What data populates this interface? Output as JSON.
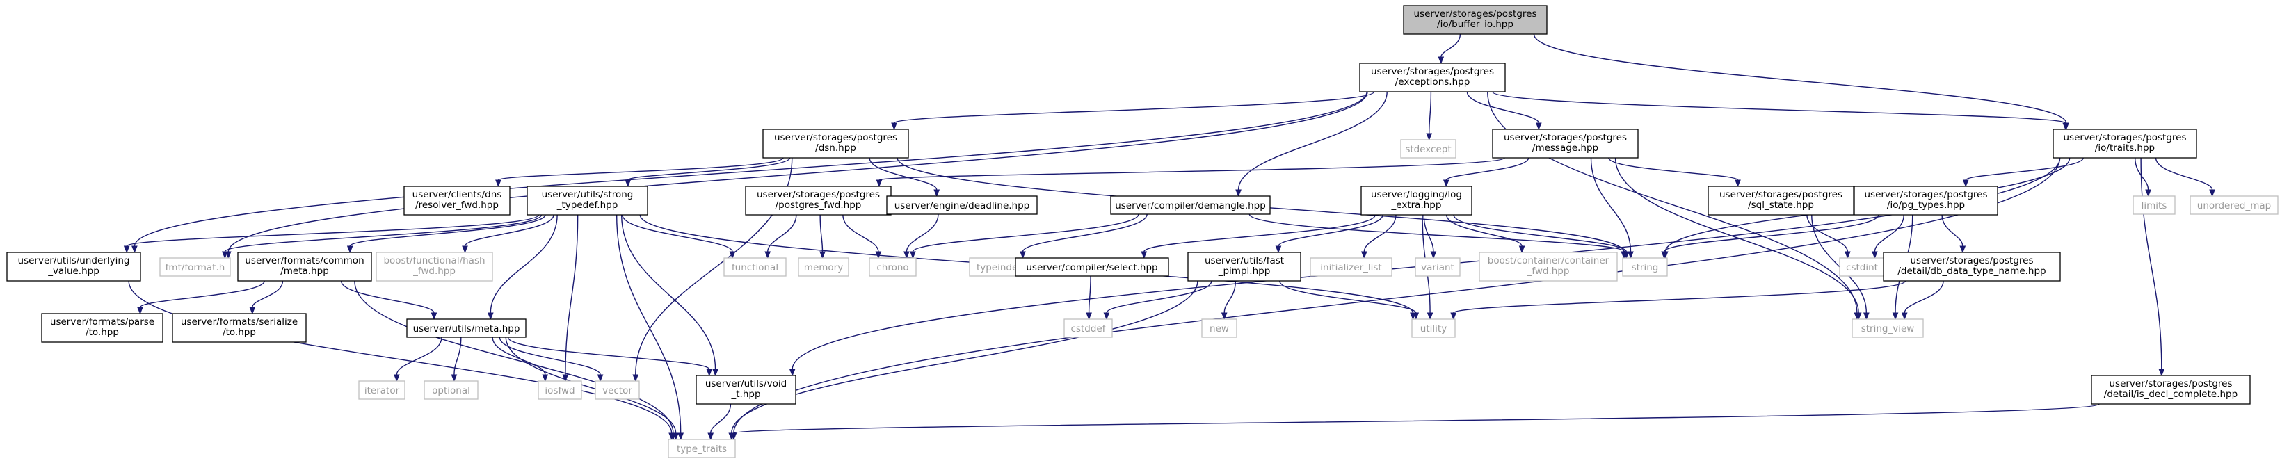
{
  "diagram": {
    "type": "include-dependency-graph",
    "colors": {
      "root_fill": "#bfbfbf",
      "node_border": "#000000",
      "system_border": "#bfbfbf",
      "system_text": "#9a9a9a",
      "edge": "#191970"
    },
    "nodes": [
      {
        "id": "buffer_io",
        "lines": [
          "userver/storages/postgres",
          "/io/buffer_io.hpp"
        ],
        "kind": "root"
      },
      {
        "id": "exceptions",
        "lines": [
          "userver/storages/postgres",
          "/exceptions.hpp"
        ],
        "kind": "project"
      },
      {
        "id": "io_traits",
        "lines": [
          "userver/storages/postgres",
          "/io/traits.hpp"
        ],
        "kind": "project"
      },
      {
        "id": "dsn",
        "lines": [
          "userver/storages/postgres",
          "/dsn.hpp"
        ],
        "kind": "project"
      },
      {
        "id": "stdexcept",
        "lines": [
          "stdexcept"
        ],
        "kind": "system"
      },
      {
        "id": "message",
        "lines": [
          "userver/storages/postgres",
          "/message.hpp"
        ],
        "kind": "project"
      },
      {
        "id": "demangle",
        "lines": [
          "userver/compiler/demangle.hpp"
        ],
        "kind": "project"
      },
      {
        "id": "underlying",
        "lines": [
          "userver/utils/underlying",
          "_value.hpp"
        ],
        "kind": "project"
      },
      {
        "id": "fmt_format",
        "lines": [
          "fmt/format.h"
        ],
        "kind": "system"
      },
      {
        "id": "resolver_fwd",
        "lines": [
          "userver/clients/dns",
          "/resolver_fwd.hpp"
        ],
        "kind": "project"
      },
      {
        "id": "strong_typedef",
        "lines": [
          "userver/utils/strong",
          "_typedef.hpp"
        ],
        "kind": "project"
      },
      {
        "id": "postgres_fwd",
        "lines": [
          "userver/storages/postgres",
          "/postgres_fwd.hpp"
        ],
        "kind": "project"
      },
      {
        "id": "deadline",
        "lines": [
          "userver/engine/deadline.hpp"
        ],
        "kind": "project"
      },
      {
        "id": "log_extra",
        "lines": [
          "userver/logging/log",
          "_extra.hpp"
        ],
        "kind": "project"
      },
      {
        "id": "sql_state",
        "lines": [
          "userver/storages/postgres",
          "/sql_state.hpp"
        ],
        "kind": "project"
      },
      {
        "id": "pg_types",
        "lines": [
          "userver/storages/postgres",
          "/io/pg_types.hpp"
        ],
        "kind": "project"
      },
      {
        "id": "limits",
        "lines": [
          "limits"
        ],
        "kind": "system"
      },
      {
        "id": "unordered_map",
        "lines": [
          "unordered_map"
        ],
        "kind": "system"
      },
      {
        "id": "common_meta",
        "lines": [
          "userver/formats/common",
          "/meta.hpp"
        ],
        "kind": "project"
      },
      {
        "id": "boost_hash",
        "lines": [
          "boost/functional/hash",
          "_fwd.hpp"
        ],
        "kind": "system"
      },
      {
        "id": "functional",
        "lines": [
          "functional"
        ],
        "kind": "system"
      },
      {
        "id": "memory",
        "lines": [
          "memory"
        ],
        "kind": "system"
      },
      {
        "id": "chrono",
        "lines": [
          "chrono"
        ],
        "kind": "system"
      },
      {
        "id": "typeindex",
        "lines": [
          "typeindex"
        ],
        "kind": "system"
      },
      {
        "id": "select",
        "lines": [
          "userver/compiler/select.hpp"
        ],
        "kind": "project"
      },
      {
        "id": "fast_pimpl",
        "lines": [
          "userver/utils/fast",
          "_pimpl.hpp"
        ],
        "kind": "project"
      },
      {
        "id": "initializer_list",
        "lines": [
          "initializer_list"
        ],
        "kind": "system"
      },
      {
        "id": "variant",
        "lines": [
          "variant"
        ],
        "kind": "system"
      },
      {
        "id": "container_fwd",
        "lines": [
          "boost/container/container",
          "_fwd.hpp"
        ],
        "kind": "system"
      },
      {
        "id": "string",
        "lines": [
          "string"
        ],
        "kind": "system"
      },
      {
        "id": "cstdint",
        "lines": [
          "cstdint"
        ],
        "kind": "system"
      },
      {
        "id": "db_data_type_name",
        "lines": [
          "userver/storages/postgres",
          "/detail/db_data_type_name.hpp"
        ],
        "kind": "project"
      },
      {
        "id": "parse_to",
        "lines": [
          "userver/formats/parse",
          "/to.hpp"
        ],
        "kind": "project"
      },
      {
        "id": "serialize_to",
        "lines": [
          "userver/formats/serialize",
          "/to.hpp"
        ],
        "kind": "project"
      },
      {
        "id": "utils_meta",
        "lines": [
          "userver/utils/meta.hpp"
        ],
        "kind": "project"
      },
      {
        "id": "cstddef",
        "lines": [
          "cstddef"
        ],
        "kind": "system"
      },
      {
        "id": "new",
        "lines": [
          "new"
        ],
        "kind": "system"
      },
      {
        "id": "utility",
        "lines": [
          "utility"
        ],
        "kind": "system"
      },
      {
        "id": "string_view",
        "lines": [
          "string_view"
        ],
        "kind": "system"
      },
      {
        "id": "iterator",
        "lines": [
          "iterator"
        ],
        "kind": "system"
      },
      {
        "id": "optional",
        "lines": [
          "optional"
        ],
        "kind": "system"
      },
      {
        "id": "iosfwd",
        "lines": [
          "iosfwd"
        ],
        "kind": "system"
      },
      {
        "id": "vector",
        "lines": [
          "vector"
        ],
        "kind": "system"
      },
      {
        "id": "void_t",
        "lines": [
          "userver/utils/void",
          "_t.hpp"
        ],
        "kind": "project"
      },
      {
        "id": "is_decl_complete",
        "lines": [
          "userver/storages/postgres",
          "/detail/is_decl_complete.hpp"
        ],
        "kind": "project"
      },
      {
        "id": "type_traits",
        "lines": [
          "type_traits"
        ],
        "kind": "system"
      }
    ],
    "edges": [
      [
        "buffer_io",
        "exceptions"
      ],
      [
        "buffer_io",
        "io_traits"
      ],
      [
        "exceptions",
        "dsn"
      ],
      [
        "exceptions",
        "stdexcept"
      ],
      [
        "exceptions",
        "message"
      ],
      [
        "exceptions",
        "demangle"
      ],
      [
        "exceptions",
        "underlying"
      ],
      [
        "exceptions",
        "fmt_format"
      ],
      [
        "exceptions",
        "io_traits"
      ],
      [
        "exceptions",
        "string_view"
      ],
      [
        "dsn",
        "resolver_fwd"
      ],
      [
        "dsn",
        "strong_typedef"
      ],
      [
        "dsn",
        "deadline"
      ],
      [
        "dsn",
        "string"
      ],
      [
        "dsn",
        "vector"
      ],
      [
        "message",
        "postgres_fwd"
      ],
      [
        "message",
        "log_extra"
      ],
      [
        "message",
        "sql_state"
      ],
      [
        "message",
        "string"
      ],
      [
        "message",
        "string_view"
      ],
      [
        "demangle",
        "typeindex"
      ],
      [
        "demangle",
        "string"
      ],
      [
        "demangle",
        "chrono"
      ],
      [
        "underlying",
        "type_traits"
      ],
      [
        "strong_typedef",
        "underlying"
      ],
      [
        "strong_typedef",
        "fmt_format"
      ],
      [
        "strong_typedef",
        "common_meta"
      ],
      [
        "strong_typedef",
        "boost_hash"
      ],
      [
        "strong_typedef",
        "functional"
      ],
      [
        "strong_typedef",
        "utils_meta"
      ],
      [
        "strong_typedef",
        "iosfwd"
      ],
      [
        "strong_typedef",
        "void_t"
      ],
      [
        "strong_typedef",
        "type_traits"
      ],
      [
        "strong_typedef",
        "utility"
      ],
      [
        "postgres_fwd",
        "functional"
      ],
      [
        "postgres_fwd",
        "memory"
      ],
      [
        "postgres_fwd",
        "chrono"
      ],
      [
        "deadline",
        "chrono"
      ],
      [
        "log_extra",
        "select"
      ],
      [
        "log_extra",
        "fast_pimpl"
      ],
      [
        "log_extra",
        "initializer_list"
      ],
      [
        "log_extra",
        "variant"
      ],
      [
        "log_extra",
        "container_fwd"
      ],
      [
        "log_extra",
        "string"
      ],
      [
        "log_extra",
        "utility"
      ],
      [
        "sql_state",
        "cstdint"
      ],
      [
        "sql_state",
        "string_view"
      ],
      [
        "io_traits",
        "pg_types"
      ],
      [
        "io_traits",
        "limits"
      ],
      [
        "io_traits",
        "unordered_map"
      ],
      [
        "io_traits",
        "string"
      ],
      [
        "io_traits",
        "is_decl_complete"
      ],
      [
        "io_traits",
        "void_t"
      ],
      [
        "io_traits",
        "type_traits"
      ],
      [
        "pg_types",
        "db_data_type_name"
      ],
      [
        "pg_types",
        "cstdint"
      ],
      [
        "pg_types",
        "string"
      ],
      [
        "pg_types",
        "string_view"
      ],
      [
        "db_data_type_name",
        "string_view"
      ],
      [
        "db_data_type_name",
        "utility"
      ],
      [
        "common_meta",
        "parse_to"
      ],
      [
        "common_meta",
        "serialize_to"
      ],
      [
        "common_meta",
        "utils_meta"
      ],
      [
        "common_meta",
        "type_traits"
      ],
      [
        "select",
        "cstddef"
      ],
      [
        "fast_pimpl",
        "cstddef"
      ],
      [
        "fast_pimpl",
        "new"
      ],
      [
        "fast_pimpl",
        "type_traits"
      ],
      [
        "fast_pimpl",
        "utility"
      ],
      [
        "utils_meta",
        "iterator"
      ],
      [
        "utils_meta",
        "optional"
      ],
      [
        "utils_meta",
        "iosfwd"
      ],
      [
        "utils_meta",
        "vector"
      ],
      [
        "utils_meta",
        "type_traits"
      ],
      [
        "utils_meta",
        "void_t"
      ],
      [
        "void_t",
        "type_traits"
      ],
      [
        "is_decl_complete",
        "type_traits"
      ]
    ]
  }
}
